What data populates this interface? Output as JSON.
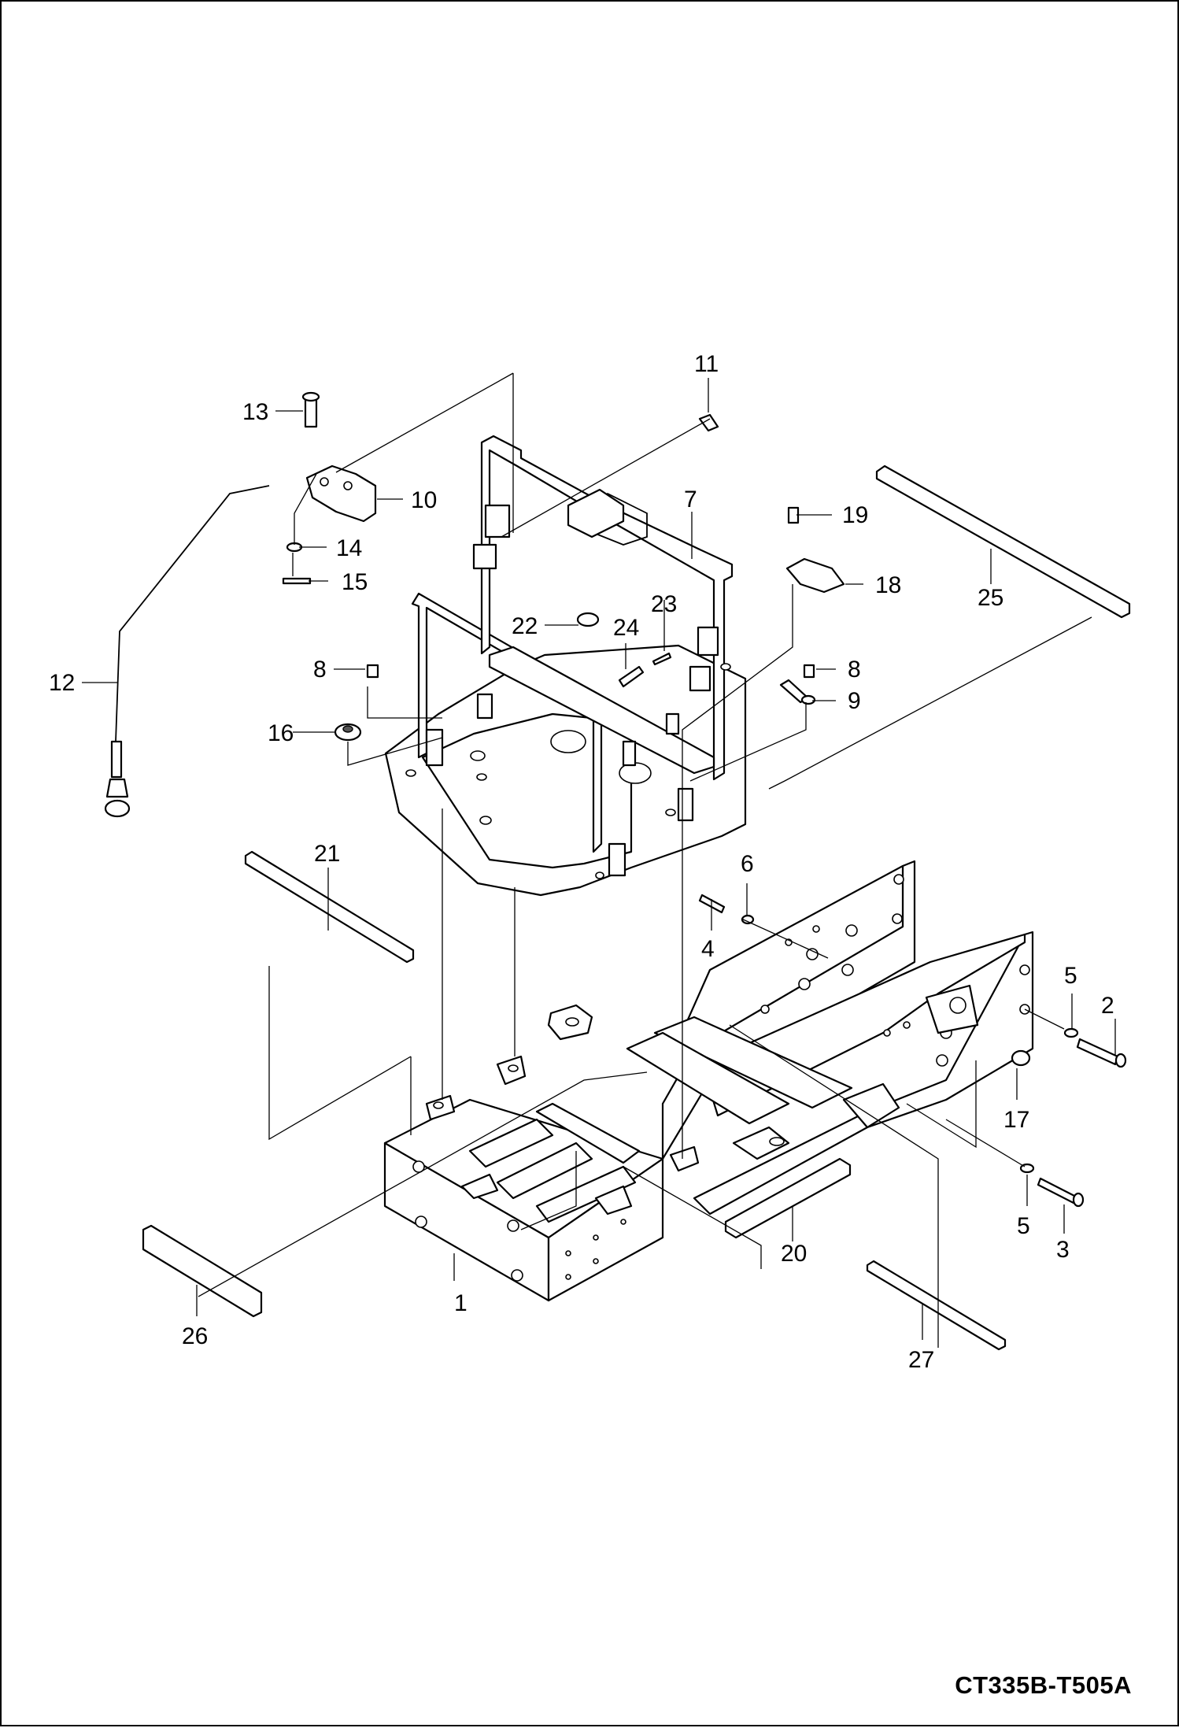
{
  "drawing_code": "CT335B-T505A",
  "callouts": [
    "1",
    "2",
    "3",
    "4",
    "5",
    "5",
    "6",
    "7",
    "8",
    "8",
    "9",
    "10",
    "11",
    "12",
    "13",
    "14",
    "15",
    "16",
    "17",
    "18",
    "19",
    "20",
    "21",
    "22",
    "23",
    "24",
    "25",
    "26",
    "27"
  ]
}
